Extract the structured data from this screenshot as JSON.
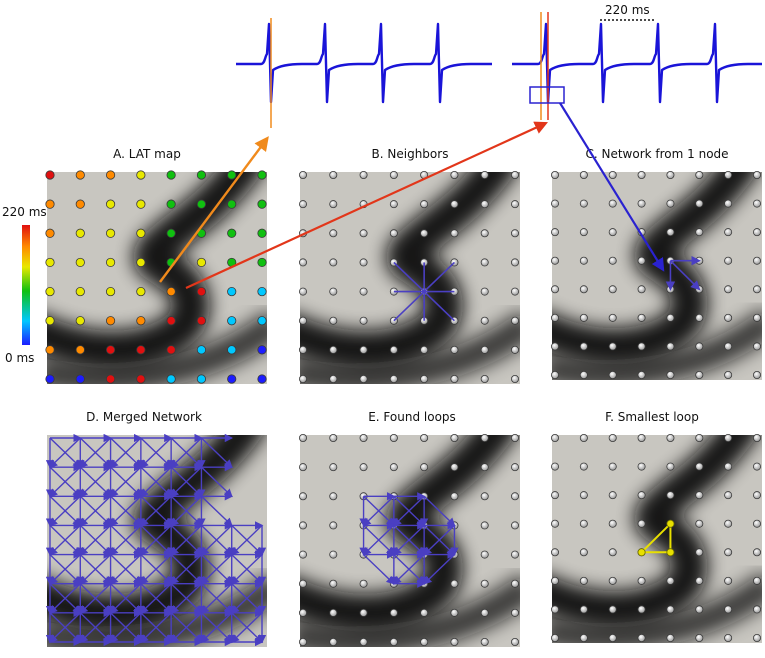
{
  "panels": [
    {
      "id": "A",
      "title": "A. LAT map"
    },
    {
      "id": "B",
      "title": "B. Neighbors"
    },
    {
      "id": "C",
      "title": "C. Network from 1 node"
    },
    {
      "id": "D",
      "title": "D. Merged Network"
    },
    {
      "id": "E",
      "title": "E. Found loops"
    },
    {
      "id": "F",
      "title": "F. Smallest loop"
    }
  ],
  "colorbar": {
    "max_label": "220 ms",
    "min_label": "0 ms"
  },
  "signals": {
    "scale_label": "220 ms"
  },
  "colors": {
    "signal": "#1a14d8",
    "network": "#4a3fc2",
    "arrow_orange": "#f08a1c",
    "arrow_red": "#e2361a",
    "arrow_blue": "#2a22d0",
    "loop_yellow": "#e8e000",
    "tissue": "#c8c6c0",
    "wave": "#0a0a0a"
  }
}
